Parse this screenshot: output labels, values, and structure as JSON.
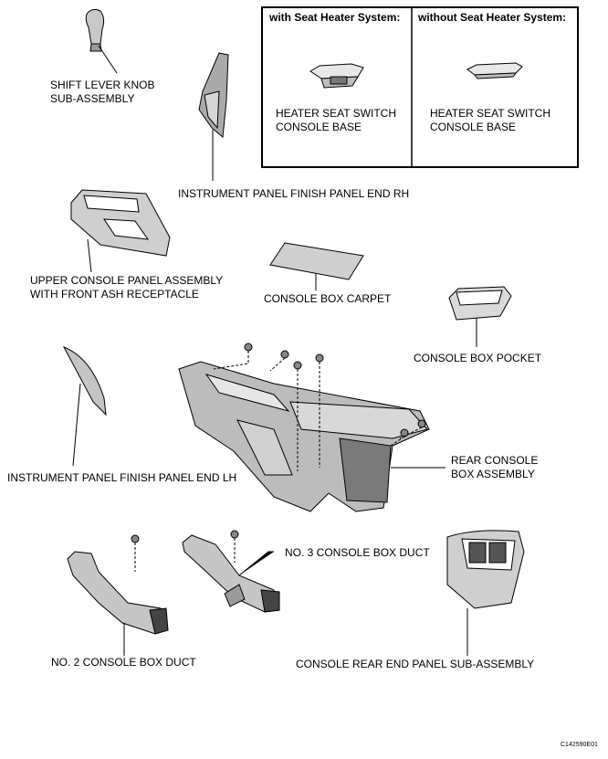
{
  "options": {
    "with_header": "with Seat Heater System:",
    "without_header": "without Seat Heater System:",
    "with_part": [
      "HEATER SEAT SWITCH",
      "CONSOLE BASE"
    ],
    "without_part": [
      "HEATER SEAT SWITCH",
      "CONSOLE BASE"
    ]
  },
  "parts": {
    "shift_knob": [
      "SHIFT LEVER KNOB",
      "SUB-ASSEMBLY"
    ],
    "finish_panel_rh": [
      "INSTRUMENT PANEL FINISH PANEL END RH"
    ],
    "upper_console": [
      "UPPER CONSOLE PANEL ASSEMBLY",
      "WITH FRONT ASH RECEPTACLE"
    ],
    "carpet": [
      "CONSOLE BOX CARPET"
    ],
    "pocket": [
      "CONSOLE BOX POCKET"
    ],
    "rear_console": [
      "REAR CONSOLE",
      "BOX ASSEMBLY"
    ],
    "finish_panel_lh": [
      "INSTRUMENT PANEL FINISH PANEL END LH"
    ],
    "duct3": [
      "NO. 3 CONSOLE BOX DUCT"
    ],
    "duct2": [
      "NO. 2 CONSOLE BOX DUCT"
    ],
    "rear_end_panel": [
      "CONSOLE REAR END PANEL SUB-ASSEMBLY"
    ]
  },
  "figure_ref": "C142590E01"
}
